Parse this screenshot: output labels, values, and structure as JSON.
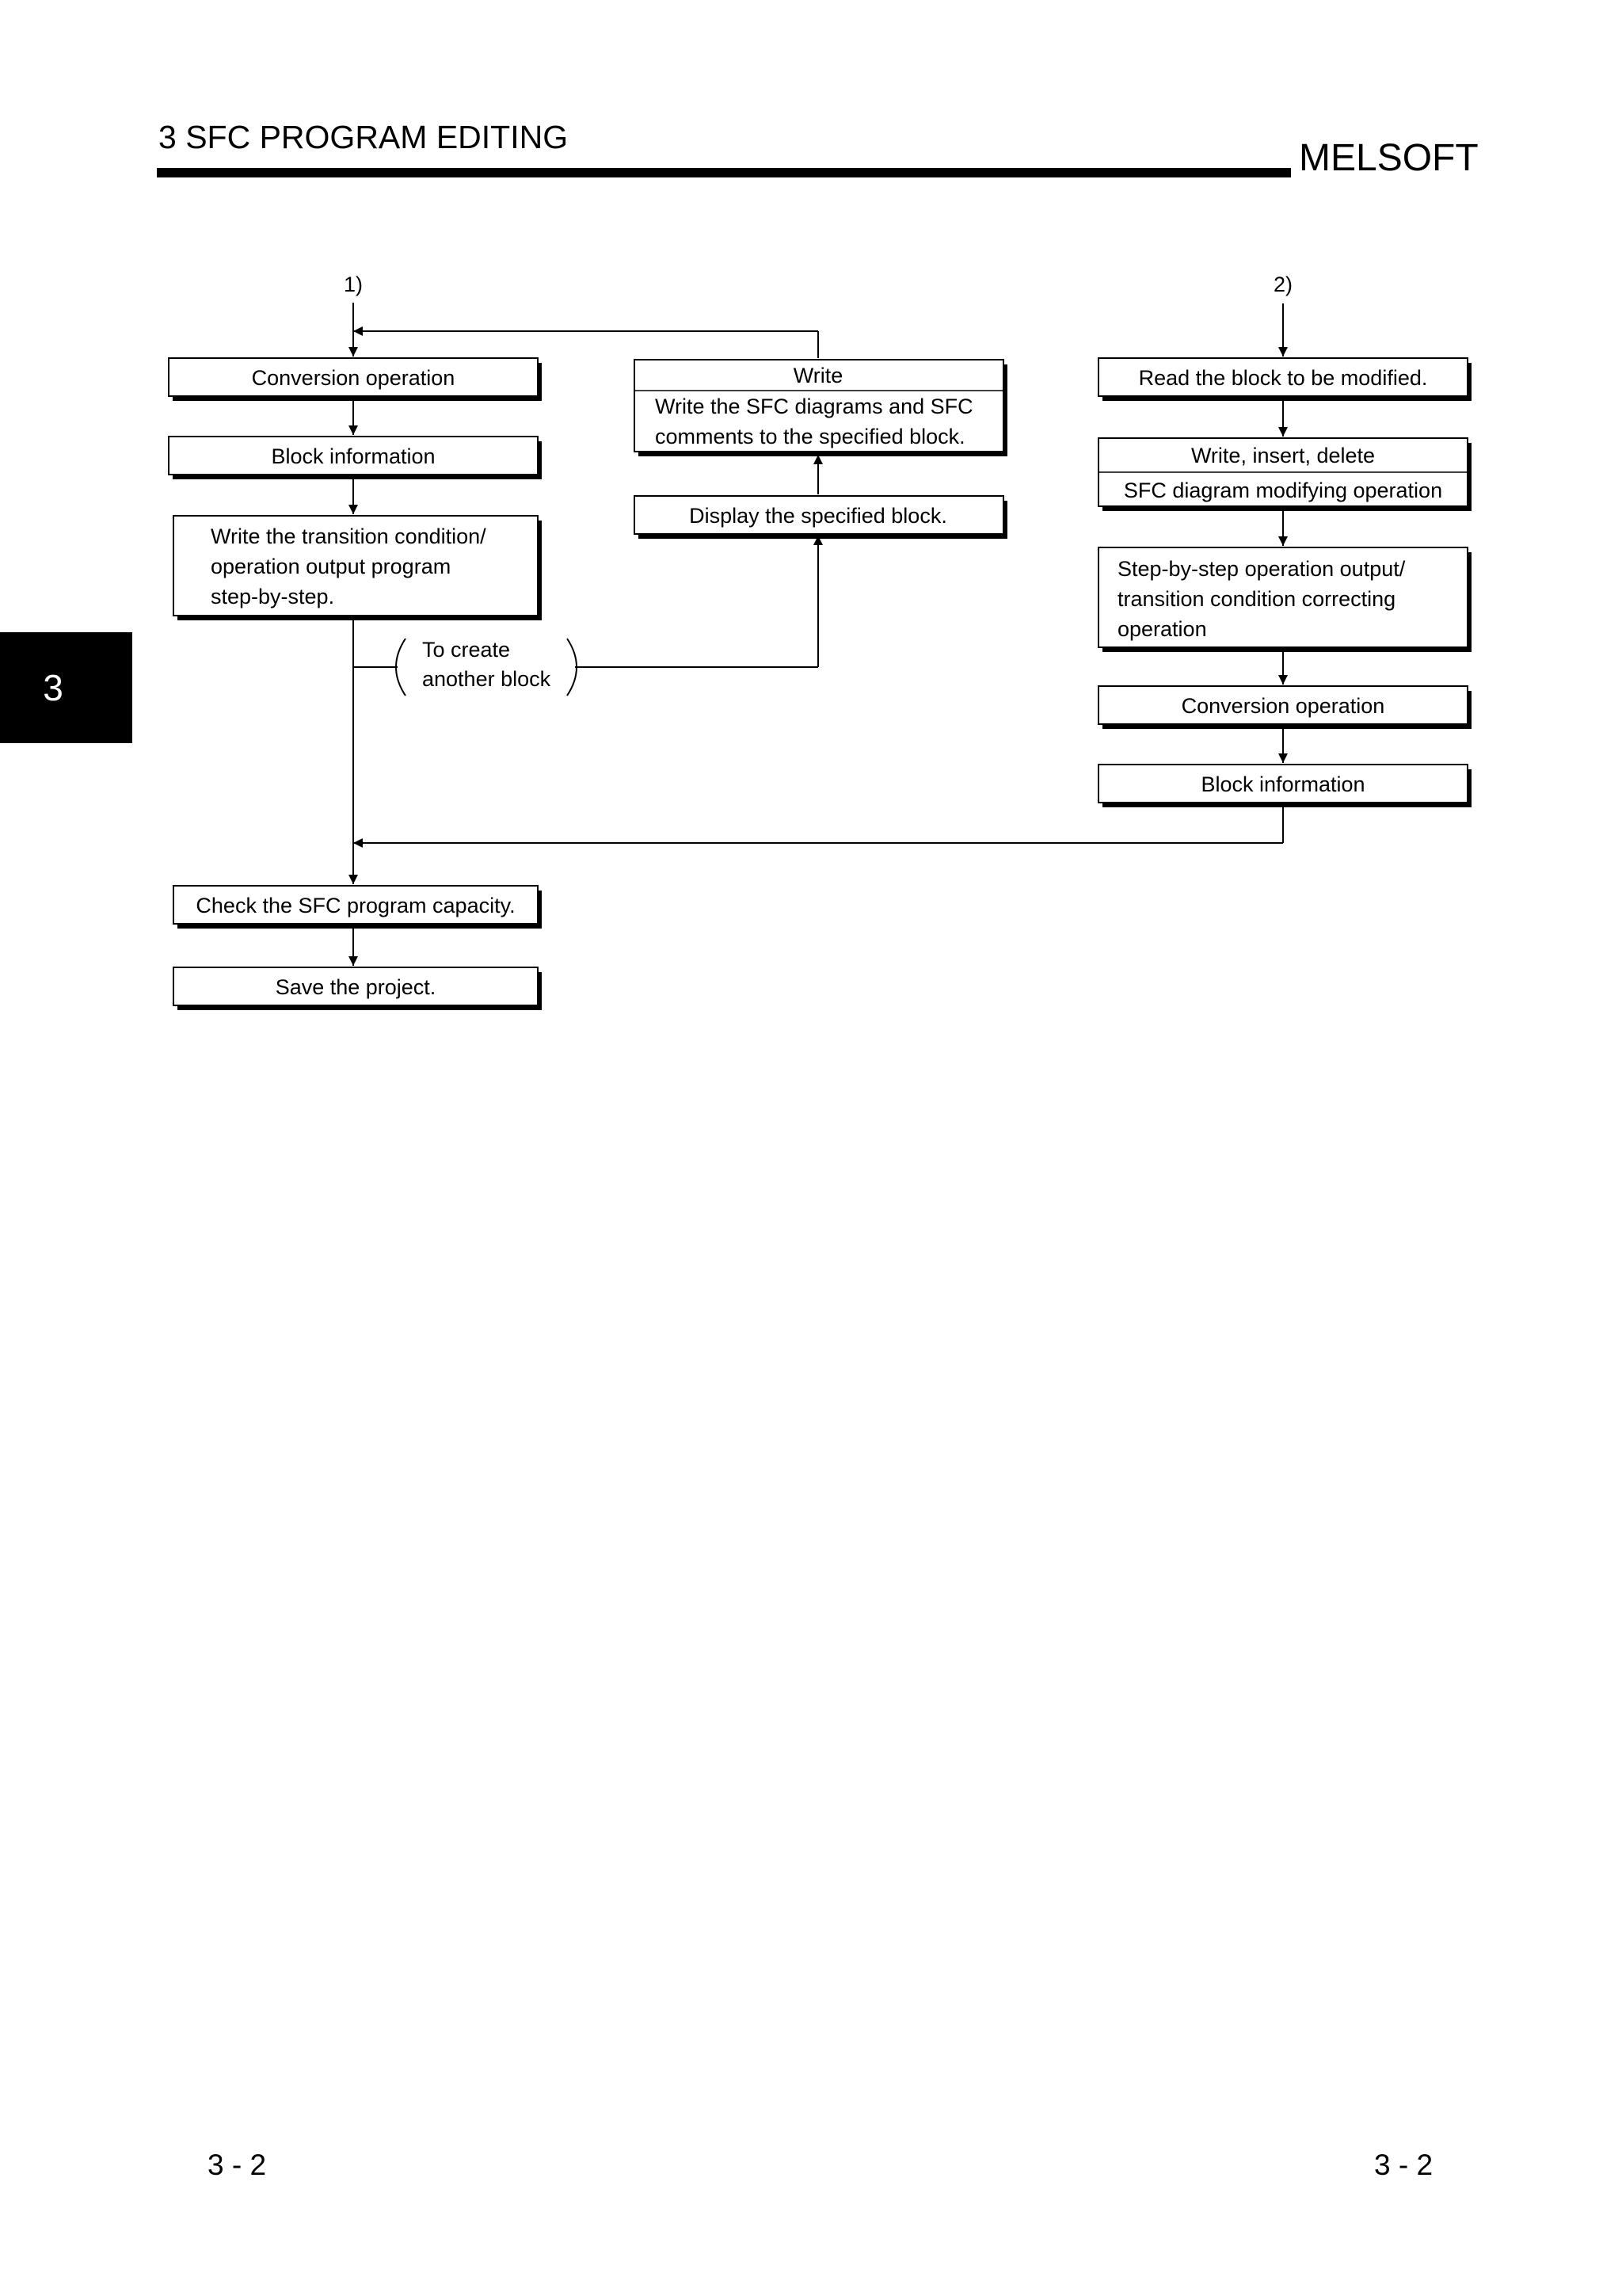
{
  "header": {
    "chapter_title": "3   SFC PROGRAM EDITING",
    "brand": "MELSOFT"
  },
  "side_tab": {
    "label": "3"
  },
  "flowchart": {
    "start_labels": {
      "left": "1)",
      "right": "2)"
    },
    "left_column": {
      "conversion": "Conversion operation",
      "block_info": "Block information",
      "write_transition": [
        "Write the transition condition/",
        "operation output program",
        "step-by-step."
      ]
    },
    "branch_note": [
      "To create",
      "another block"
    ],
    "middle_column": {
      "write_title": "Write",
      "write_body": [
        "Write the SFC diagrams and SFC",
        "comments to the specified block."
      ],
      "display": "Display the specified block."
    },
    "right_column": {
      "read_block": "Read the block to be modified.",
      "wid_title": "Write, insert, delete",
      "wid_body": "SFC diagram modifying operation",
      "step_by_step": [
        "Step-by-step operation output/",
        "transition condition correcting",
        "operation"
      ],
      "conversion": "Conversion operation",
      "block_info": "Block information"
    },
    "bottom": {
      "check_capacity": "Check the SFC program capacity.",
      "save_project": "Save the project."
    }
  },
  "footer": {
    "page_left": "3 - 2",
    "page_right": "3 - 2"
  }
}
